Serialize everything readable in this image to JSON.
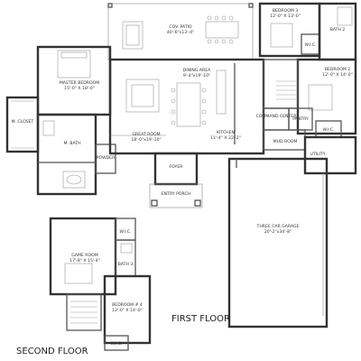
{
  "floors": {
    "first": "FIRST FLOOR",
    "second": "SECOND FLOOR"
  },
  "rooms": {
    "cov_patio": {
      "name": "COV. PATIO",
      "dims": "40'-6\"x13'-4\""
    },
    "bedroom3": {
      "name": "BEDROOM 3",
      "dims": "12'-0\" X 13'-0\""
    },
    "bath2": {
      "name": "BATH 2"
    },
    "wic_bed3": {
      "name": "W.I.C."
    },
    "master_bedroom": {
      "name": "MASTER BEDROOM",
      "dims": "15'-0\" X 18'-0\""
    },
    "dining_area": {
      "name": "DINING AREA",
      "dims": "9'-4\"x19'-10\""
    },
    "bedroom2": {
      "name": "BEDROOM 2",
      "dims": "12'-0\" X 14'-0\""
    },
    "m_closet": {
      "name": "M. CLOSET"
    },
    "m_bath": {
      "name": "M. BATH"
    },
    "powder": {
      "name": "POWDER"
    },
    "great_room": {
      "name": "GREAT ROOM",
      "dims": "18'-0\"x19'-10\""
    },
    "kitchen": {
      "name": "KITCHEN",
      "dims": "11'-4\" X 22'-2\""
    },
    "command_center": {
      "name": "COMMAND CENTER"
    },
    "pantry": {
      "name": "PANTRY"
    },
    "wic_bed2": {
      "name": "W.I.C."
    },
    "mud_room": {
      "name": "MUD ROOM"
    },
    "utility": {
      "name": "UTILITY"
    },
    "foyer": {
      "name": "FOYER"
    },
    "entry_porch": {
      "name": "ENTRY PORCH"
    },
    "garage": {
      "name": "THREE CAR GARAGE",
      "dims": "20'-2\"x34'-8\""
    },
    "game_room": {
      "name": "GAME ROOM",
      "dims": "17'-8\" X 15'-4\""
    },
    "wic_game": {
      "name": "W.I.C."
    },
    "bath3": {
      "name": "BATH 3"
    },
    "bedroom4": {
      "name": "BEDROOM # 4",
      "dims": "12'-0\" X 14'-0\""
    },
    "wic_bed4": {
      "name": "W.I.C."
    }
  }
}
